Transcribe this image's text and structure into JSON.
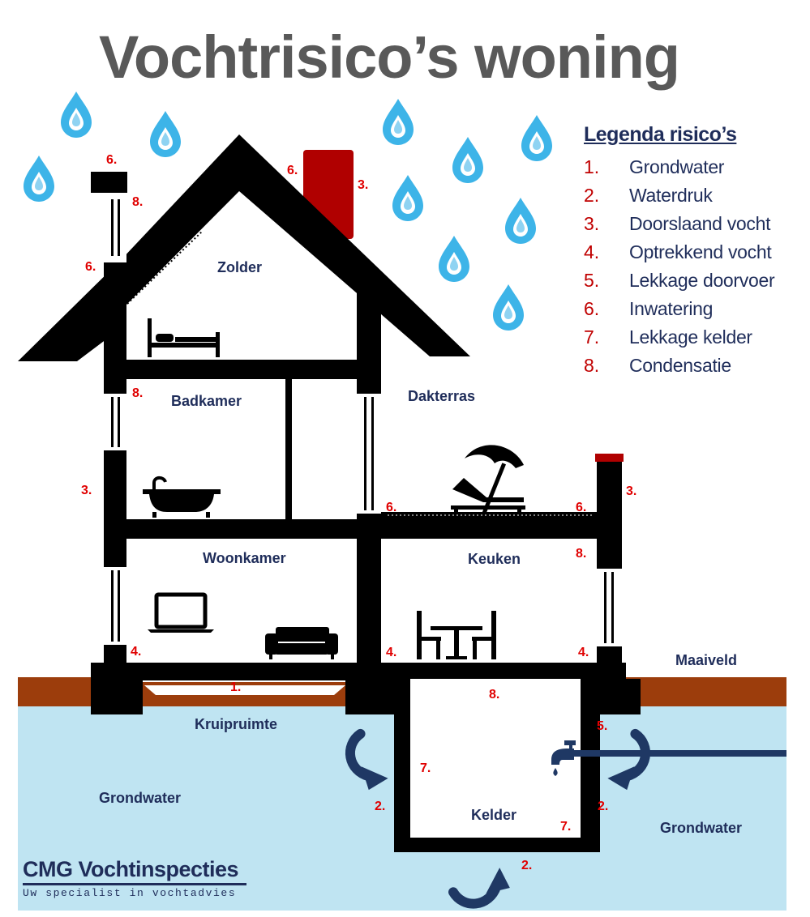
{
  "title": "Vochtrisico’s woning",
  "legend": {
    "title": "Legenda risico’s",
    "items": [
      {
        "num": "1.",
        "label": "Grondwater"
      },
      {
        "num": "2.",
        "label": "Waterdruk"
      },
      {
        "num": "3.",
        "label": "Doorslaand vocht"
      },
      {
        "num": "4.",
        "label": "Optrekkend vocht"
      },
      {
        "num": "5.",
        "label": "Lekkage doorvoer"
      },
      {
        "num": "6.",
        "label": "Inwatering"
      },
      {
        "num": "7.",
        "label": "Lekkage kelder"
      },
      {
        "num": "8.",
        "label": "Condensatie"
      }
    ]
  },
  "rooms": {
    "zolder": "Zolder",
    "badkamer": "Badkamer",
    "dakterras": "Dakterras",
    "woonkamer": "Woonkamer",
    "keuken": "Keuken",
    "maaiveld": "Maaiveld",
    "kruipruimte": "Kruipruimte",
    "grondwater_left": "Grondwater",
    "grondwater_right": "Grondwater",
    "kelder": "Kelder"
  },
  "risk_markers": {
    "roof_left_6": "6.",
    "attic_window_8": "8.",
    "roof_mid_6": "6.",
    "chimney_3": "3.",
    "wall_left_6": "6.",
    "bathroom_8": "8.",
    "wall_left_3": "3.",
    "terrace_left_6": "6.",
    "terrace_right_6": "6.",
    "parapet_3": "3.",
    "kitchen_8": "8.",
    "living_4": "4.",
    "kitchen_left_4": "4.",
    "kitchen_right_4": "4.",
    "crawlspace_1": "1.",
    "cellar_top_8": "8.",
    "pipe_5": "5.",
    "cellar_left_7": "7.",
    "cellar_right_7": "7.",
    "cellar_left_2": "2.",
    "cellar_right_2": "2.",
    "cellar_bottom_2": "2."
  },
  "logo": {
    "name": "CMG Vochtinspecties",
    "tagline": "Uw specialist in vochtadvies"
  },
  "colors": {
    "title_gray": "#595959",
    "navy": "#1f2d5a",
    "risk_red": "#e00000",
    "chimney_red": "#b00000",
    "soil_brown": "#9c3d0c",
    "groundwater_blue": "#bfe4f2",
    "drop_blue": "#3db4e8",
    "arrow_navy": "#1f3864"
  },
  "icons": [
    "raindrop-icon",
    "bed-icon",
    "bathtub-icon",
    "laptop-icon",
    "sofa-icon",
    "dining-set-icon",
    "beach-umbrella-icon",
    "tap-icon",
    "curved-arrow-icon"
  ]
}
